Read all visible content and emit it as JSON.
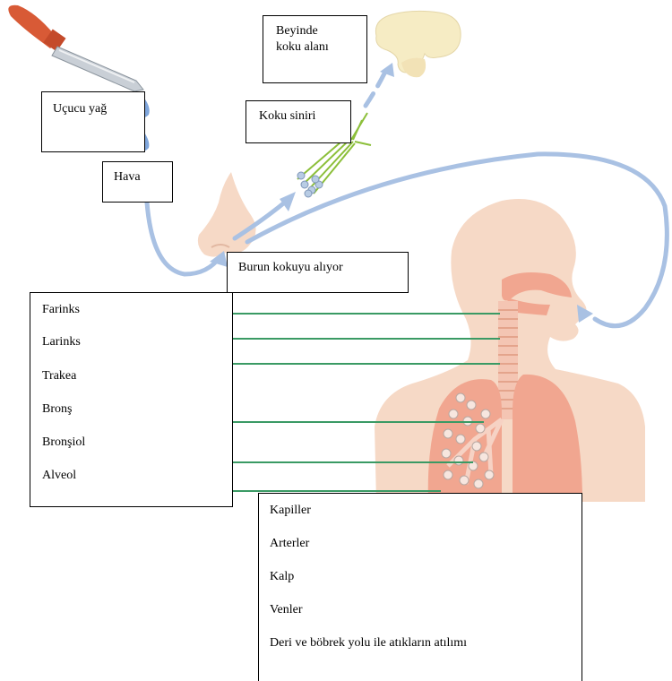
{
  "labels": {
    "volatile_oil": "Uçucu yağ",
    "air": "Hava",
    "brain_area_line1": "Beyinde",
    "brain_area_line2": "koku alanı",
    "olfactory_nerve": "Koku siniri",
    "nose_smells": "Burun kokuyu alıyor"
  },
  "respiratory_parts": [
    "Farinks",
    "Larinks",
    "Trakea",
    "Bronş",
    "Bronşiol",
    "Alveol"
  ],
  "circulation_items": [
    "Kapiller",
    "Arterler",
    "Kalp",
    "Venler",
    "Deri ve böbrek yolu ile atıkların atılımı"
  ],
  "colors": {
    "arrow": "#a9c1e3",
    "leader_line": "#3a9a64",
    "skin": "#f6d9c6",
    "lung": "#f1a690",
    "dropper_bulb": "#d85a36",
    "brain": "#f6ecc4"
  }
}
